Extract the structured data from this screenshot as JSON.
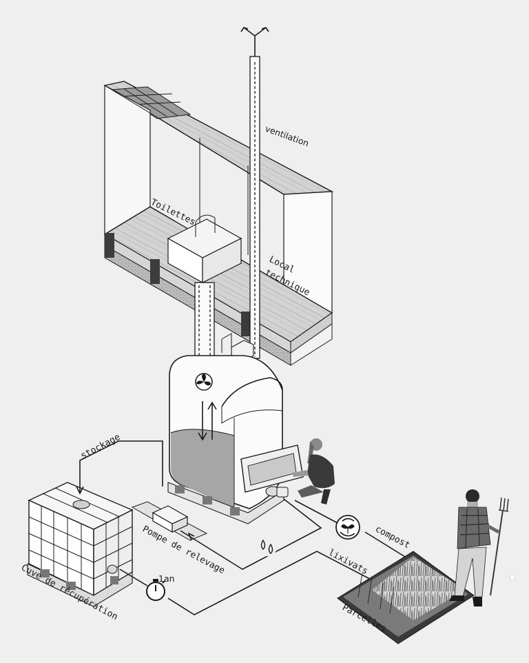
{
  "labels": {
    "ventilation": "ventilation",
    "toilettes": "Toilettes",
    "local_line1": "Local",
    "local_line2": "technique",
    "stockage": "stockage",
    "pompe": "Pompe de relevage",
    "cuve": "Cuve de récupération",
    "compost": "compost",
    "lixivats": "lixivats",
    "parcelles": "Parcelles",
    "timer_annotation": "1an"
  },
  "icons": [
    "fan-icon",
    "recycle-plant-icon",
    "water-drops-icon",
    "stopwatch-icon",
    "vent-arrows-icon"
  ],
  "colors": {
    "background": "#efefef",
    "line": "#1a1a1a",
    "wood": "#cfcfcf",
    "fill_gray": "#a9a9a9"
  }
}
